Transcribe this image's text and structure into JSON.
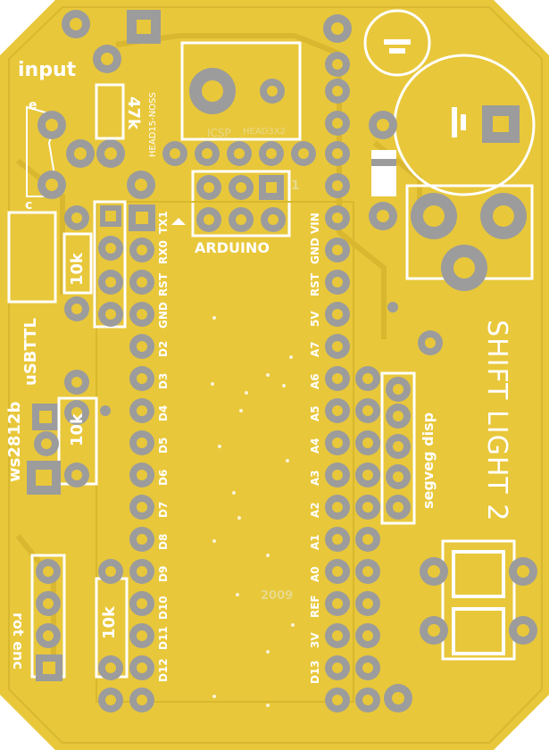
{
  "board": {
    "title": "SHIFT LIGHT 2",
    "colors": {
      "board": "#e8c73a",
      "pad": "#9c9c9c",
      "silk": "#ffffff",
      "background": "#ffffff"
    }
  },
  "labels": {
    "input": "input",
    "e": "e",
    "c": "c",
    "r47k": "47k",
    "hdr_nose": "HEAD15-NOSS",
    "icsp": "ICSP",
    "icsp_hdr": "HEAD3X2",
    "arduino": "ARDUINO",
    "r10k_a": "10k",
    "r10k_b": "10k",
    "r10k_c": "10k",
    "usbttl": "uSBTTL",
    "ws2812b": "ws2812b",
    "rot_enc": "rot enc",
    "segveg": "segveg disp",
    "year": "2009",
    "one": "1"
  },
  "left_pins": [
    "TX1",
    "RX0",
    "RST",
    "GND",
    "D2",
    "D3",
    "D4",
    "D5",
    "D6",
    "D7",
    "D8",
    "D9",
    "D10",
    "D11",
    "D12"
  ],
  "right_pins": [
    "VIN",
    "GND",
    "RST",
    "5V",
    "A7",
    "A6",
    "A5",
    "A4",
    "A3",
    "A2",
    "A1",
    "A0",
    "REF",
    "3V",
    "D13"
  ]
}
